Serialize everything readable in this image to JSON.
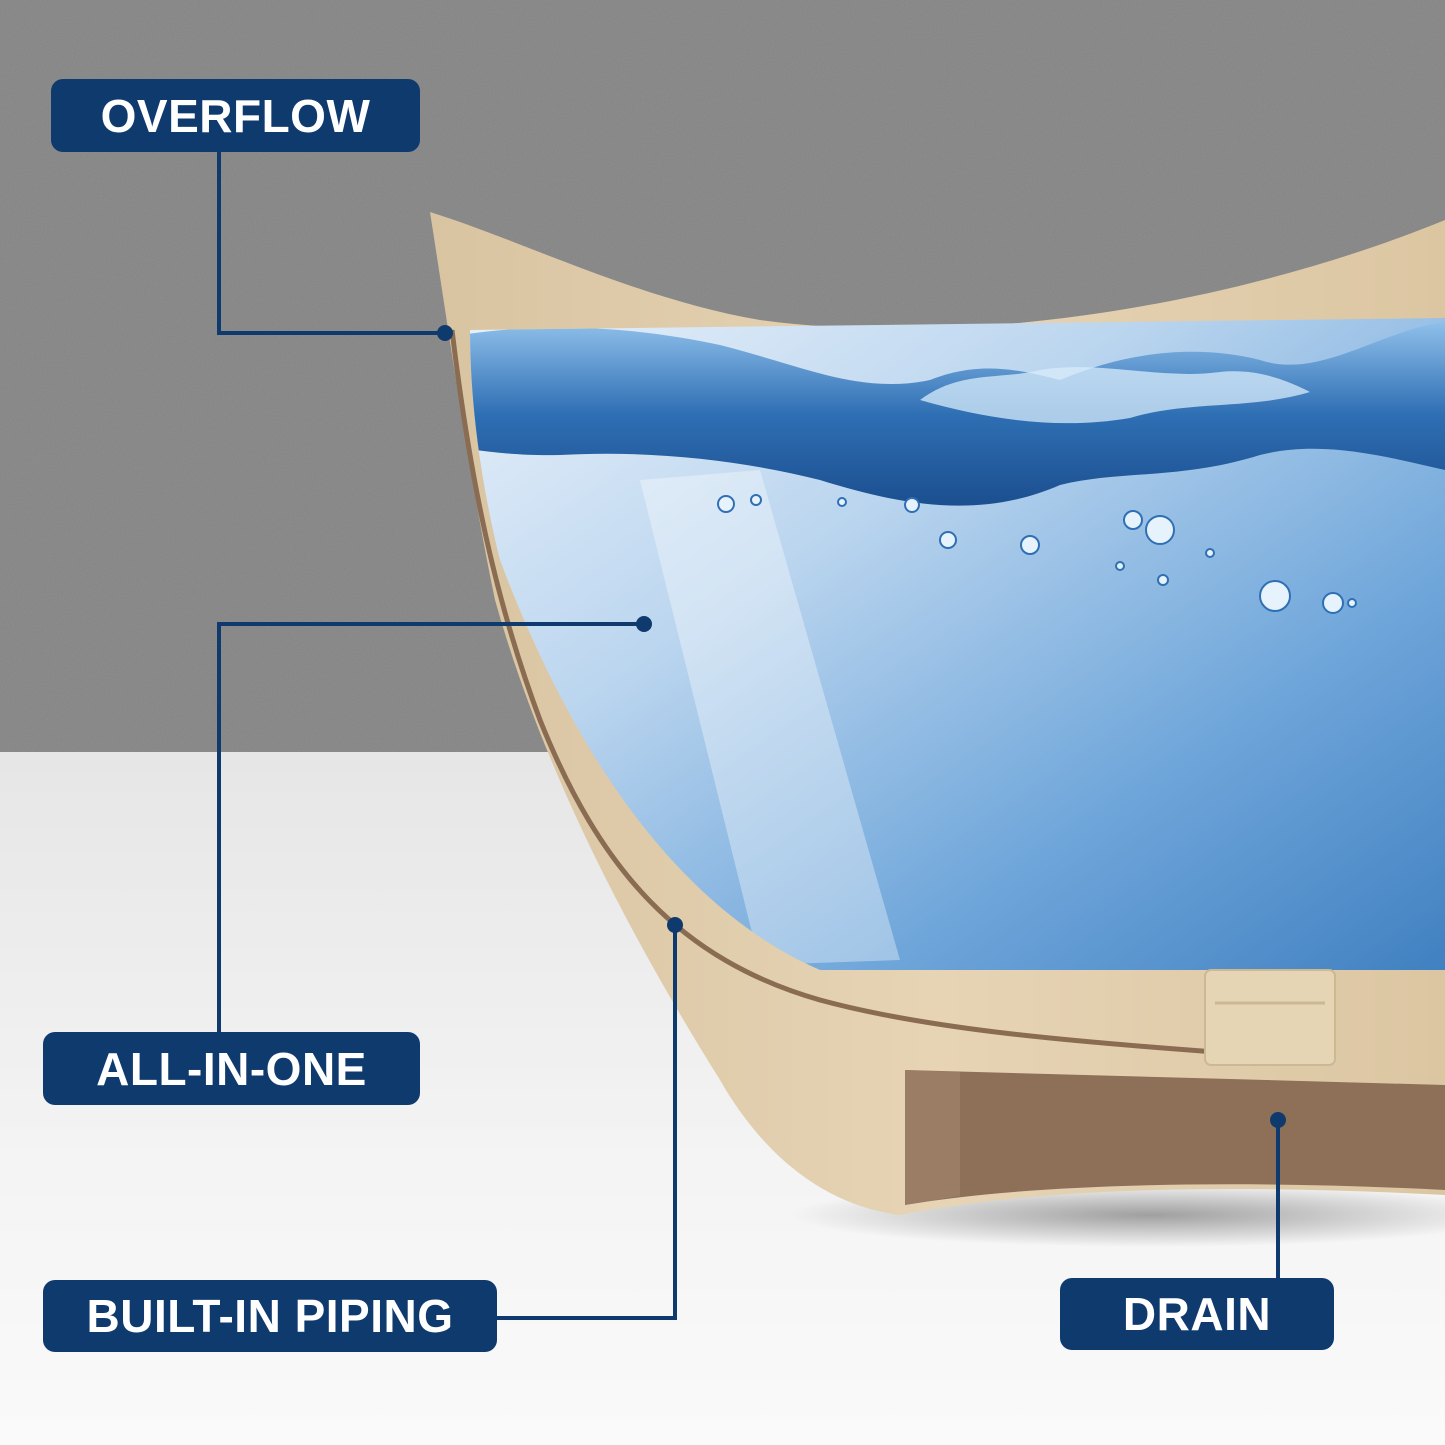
{
  "callouts": {
    "overflow": "OVERFLOW",
    "all_in_one": "ALL-IN-ONE",
    "built_in_piping": "BUILT-IN PIPING",
    "drain": "DRAIN"
  },
  "colors": {
    "callout_bg": "#0f3a6e",
    "callout_text": "#ffffff",
    "leader_line": "#0f3a6e",
    "wall": "#8f8f8f",
    "floor": "#f2f2f2",
    "tub_shell": "#e2cfae",
    "tub_shadow": "#8e6f58",
    "water_top": "#2f6fb4",
    "water_body": "#4a8fcf"
  }
}
